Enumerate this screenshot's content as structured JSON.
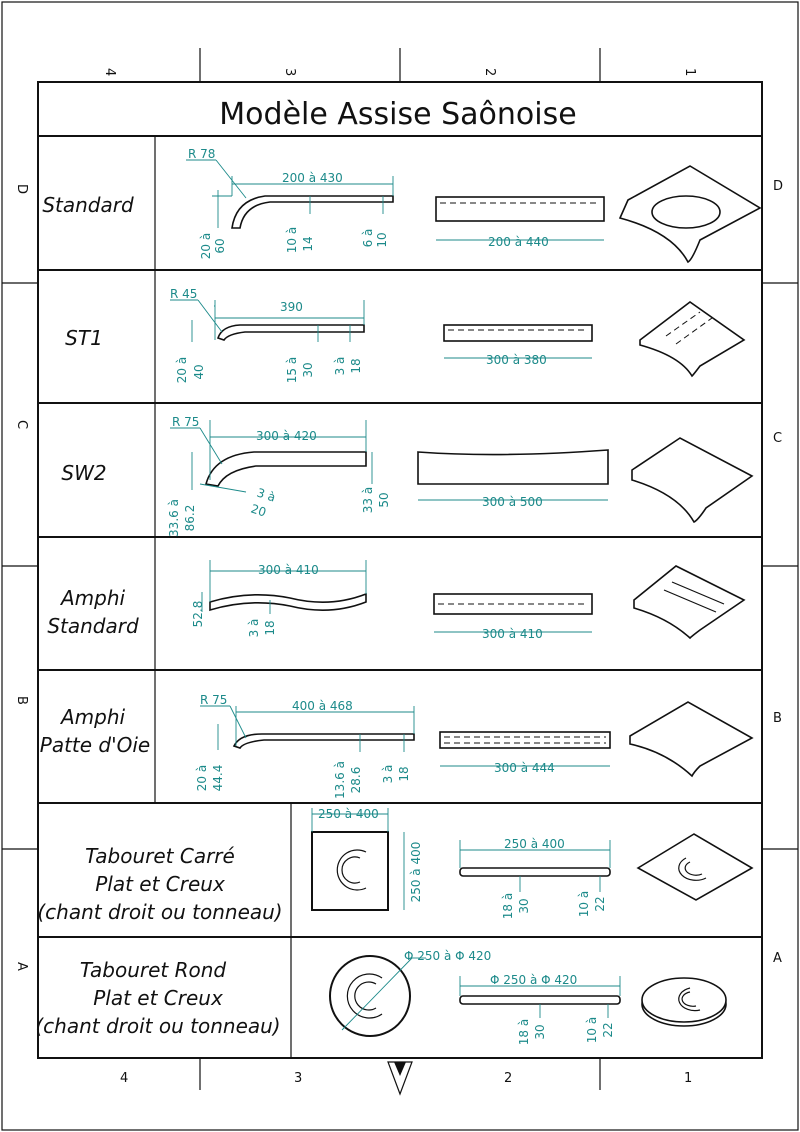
{
  "title": "Modèle Assise Saônoise",
  "zones": {
    "top": [
      "4",
      "3",
      "2",
      "1"
    ],
    "bottom": [
      "4",
      "3",
      "2",
      "1"
    ],
    "left": [
      "D",
      "C",
      "B",
      "A"
    ],
    "right": [
      "D",
      "C",
      "B",
      "A"
    ]
  },
  "rows": [
    {
      "label_lines": [
        "Standard"
      ],
      "dims": {
        "radius": "R 78",
        "length": "200 à 430",
        "h1a": "20 à",
        "h1b": "60",
        "h2a": "10 à",
        "h2b": "14",
        "h3a": "6 à",
        "h3b": "10",
        "width": "200 à 440"
      }
    },
    {
      "label_lines": [
        "ST1"
      ],
      "dims": {
        "radius": "R 45",
        "length": "390",
        "h1a": "20 à",
        "h1b": "40",
        "h2a": "15 à",
        "h2b": "30",
        "h3a": "3 à",
        "h3b": "18",
        "width": "300 à 380"
      }
    },
    {
      "label_lines": [
        "SW2"
      ],
      "dims": {
        "radius": "R 75",
        "length": "300 à 420",
        "h1a": "33.6 à",
        "h1b": "86.2",
        "h2a": "3 à",
        "h2b": "20",
        "h3a": "33 à",
        "h3b": "50",
        "width": "300 à 500"
      }
    },
    {
      "label_lines": [
        "Amphi",
        "Standard"
      ],
      "dims": {
        "length": "300 à 410",
        "h1": "52.8",
        "h2a": "3 à",
        "h2b": "18",
        "width": "300 à 410"
      }
    },
    {
      "label_lines": [
        "Amphi",
        "Patte d'Oie"
      ],
      "dims": {
        "radius": "R 75",
        "length": "400 à 468",
        "h1a": "20 à",
        "h1b": "44.4",
        "h2a": "13.6 à",
        "h2b": "28.6",
        "h3a": "3 à",
        "h3b": "18",
        "width": "300 à 444"
      }
    },
    {
      "label_lines": [
        "Tabouret Carré",
        "Plat et Creux",
        "(chant droit ou tonneau)"
      ],
      "dims": {
        "top": "250 à 400",
        "side": "250 à 400",
        "length": "250 à 400",
        "h1a": "18 à",
        "h1b": "30",
        "h2a": "10 à",
        "h2b": "22"
      }
    },
    {
      "label_lines": [
        "Tabouret Rond",
        "Plat et Creux",
        "(chant droit ou tonneau)"
      ],
      "dims": {
        "diam": "Φ 250 à  Φ 420",
        "length": "Φ 250 à  Φ 420",
        "h1a": "18 à",
        "h1b": "30",
        "h2a": "10 à",
        "h2b": "22"
      }
    }
  ]
}
